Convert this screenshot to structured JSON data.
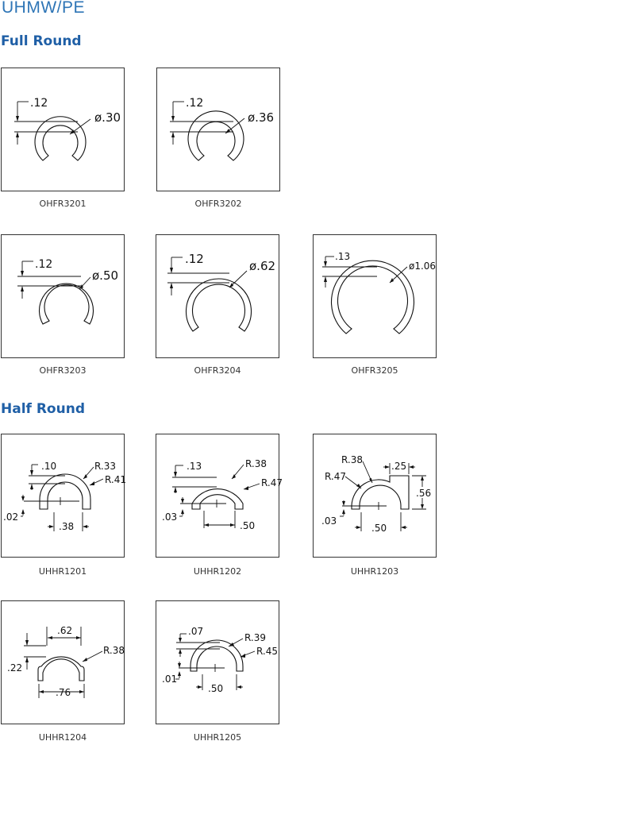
{
  "page": {
    "title": "UHMW/PE"
  },
  "sections": {
    "full_round": {
      "title": "Full Round",
      "items": [
        {
          "part": "OHFR3201",
          "wall": ".12",
          "diameter": "ø.30"
        },
        {
          "part": "OHFR3202",
          "wall": ".12",
          "diameter": "ø.36"
        },
        {
          "part": "OHFR3203",
          "wall": ".12",
          "diameter": "ø.50"
        },
        {
          "part": "OHFR3204",
          "wall": ".12",
          "diameter": "ø.62"
        },
        {
          "part": "OHFR3205",
          "wall": ".13",
          "diameter": "ø1.06"
        }
      ]
    },
    "half_round": {
      "title": "Half Round",
      "items": [
        {
          "part": "UHHR1201",
          "wall": ".10",
          "r_inner": "R.33",
          "r_outer": "R.41",
          "base": ".02",
          "width": ".38"
        },
        {
          "part": "UHHR1202",
          "wall": ".13",
          "r_inner": "R.38",
          "r_outer": "R.47",
          "base": ".03",
          "width": ".50"
        },
        {
          "part": "UHHR1203",
          "r_inner": "R.38",
          "r_outer": "R.47",
          "flange": ".25",
          "height": ".56",
          "base": ".03",
          "width": ".50"
        },
        {
          "part": "UHHR1204",
          "top": ".62",
          "height": ".22",
          "r_inner": "R.38",
          "width": ".76"
        },
        {
          "part": "UHHR1205",
          "wall": ".07",
          "r_inner": "R.39",
          "r_outer": "R.45",
          "base": ".01",
          "width": ".50"
        }
      ]
    }
  }
}
